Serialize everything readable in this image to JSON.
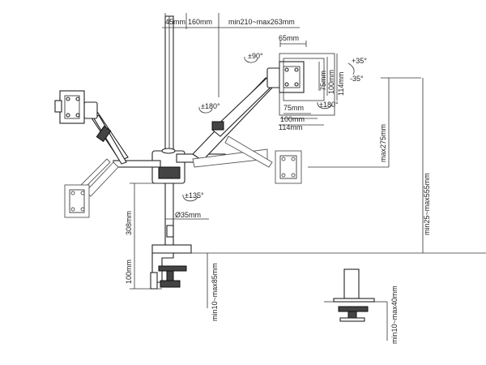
{
  "colors": {
    "line": "#222222",
    "dark": "#444444",
    "background": "#ffffff"
  },
  "dimensions": {
    "d45": "45mm",
    "d160": "160mm",
    "reach": "min210~max263mm",
    "d65": "65mm",
    "rot90": "±90°",
    "tilt_up": "+35°",
    "tilt_down": "-35°",
    "v75": "75mm",
    "v100": "100mm",
    "v114": "114mm",
    "h75": "75mm",
    "h100": "100mm",
    "h114": "114mm",
    "swivel_monitor": "±180°",
    "swivel_arm": "±180°",
    "swivel_base": "±135°",
    "height_range": "max275mm",
    "total_height": "min25~max555mm",
    "pole_height": "308mm",
    "pole_diameter": "Ø35mm",
    "clamp_height": "100mm",
    "clamp_range": "min10~max85mm",
    "grommet_range": "min10~max40mm"
  }
}
